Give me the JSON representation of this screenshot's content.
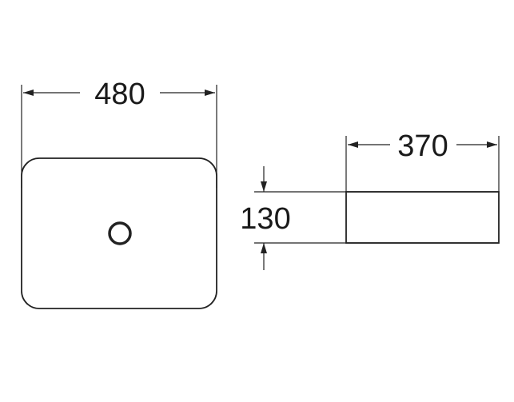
{
  "drawing": {
    "top_view": {
      "width_dimension": "480"
    },
    "side_view": {
      "width_dimension": "370",
      "height_dimension": "130"
    },
    "colors": {
      "line": "#222222",
      "text": "#1a1a1a",
      "background": "#ffffff"
    }
  }
}
